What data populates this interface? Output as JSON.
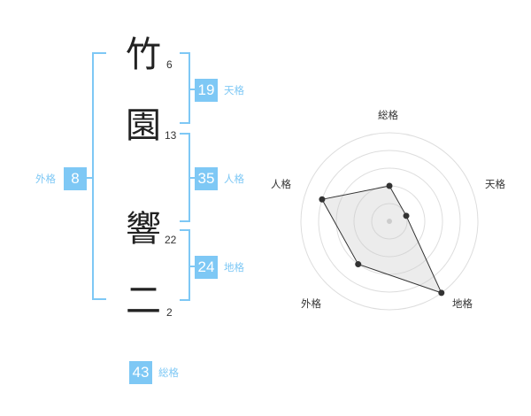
{
  "colors": {
    "accent": "#7ec8f5",
    "accent_text": "#7ec8f5",
    "box_text": "#ffffff"
  },
  "name": {
    "chars": [
      {
        "char": "竹",
        "strokes": "6"
      },
      {
        "char": "園",
        "strokes": "13"
      },
      {
        "char": "響",
        "strokes": "22"
      },
      {
        "char": "二",
        "strokes": "2"
      }
    ]
  },
  "fortunes": {
    "tenkaku": {
      "value": "19",
      "label": "天格"
    },
    "jinkaku": {
      "value": "35",
      "label": "人格"
    },
    "chikaku": {
      "value": "24",
      "label": "地格"
    },
    "gaikaku": {
      "value": "8",
      "label": "外格"
    },
    "soukaku": {
      "value": "43",
      "label": "総格"
    }
  },
  "chart_data": {
    "type": "radar",
    "axes": [
      "総格",
      "天格",
      "地格",
      "外格",
      "人格"
    ],
    "values": [
      2,
      1,
      5,
      3,
      4
    ],
    "max": 5,
    "rings": 5,
    "grid": true
  }
}
